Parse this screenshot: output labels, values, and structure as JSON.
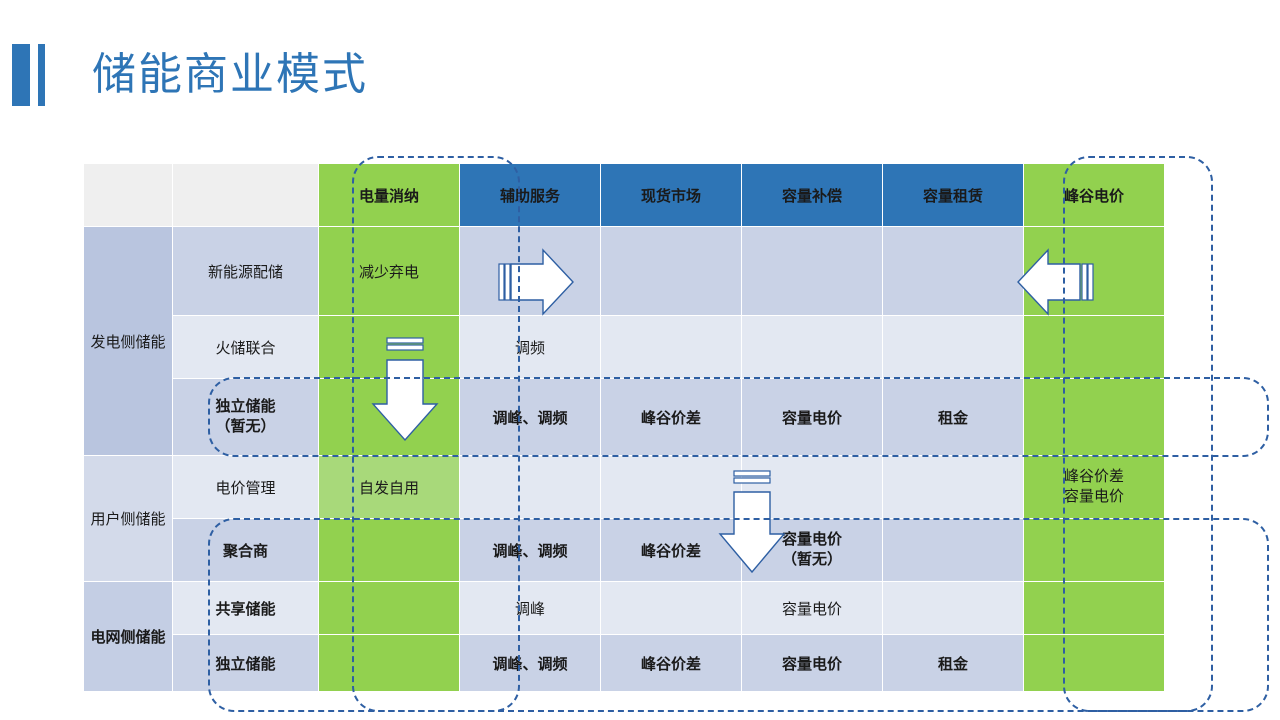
{
  "title": "储能商业模式",
  "colors": {
    "accent": "#2E75B6",
    "green": "#92D14F",
    "header_blue": "#2E75B6",
    "dashed_outline": "#2E5FA3"
  },
  "table": {
    "corner_blank": "",
    "columns": [
      {
        "label": "电量消纳",
        "style": "green"
      },
      {
        "label": "辅助服务",
        "style": "blue"
      },
      {
        "label": "现货市场",
        "style": "blue"
      },
      {
        "label": "容量补偿",
        "style": "blue"
      },
      {
        "label": "容量租赁",
        "style": "blue"
      },
      {
        "label": "峰谷电价",
        "style": "green"
      }
    ],
    "groups": [
      {
        "label": "发电侧储能",
        "rows": 3
      },
      {
        "label": "用户侧储能",
        "rows": 2
      },
      {
        "label": "电网侧储能",
        "rows": 2
      }
    ],
    "rows": [
      {
        "label": "新能源配储",
        "label_bold": false,
        "cells": [
          "减少弃电",
          "",
          "",
          "",
          "",
          ""
        ]
      },
      {
        "label": "火储联合",
        "label_bold": false,
        "cells": [
          "",
          "调频",
          "",
          "",
          "",
          ""
        ]
      },
      {
        "label": "独立储能\n（暂无）",
        "label_bold": true,
        "cells": [
          "",
          "调峰、调频",
          "峰谷价差",
          "容量电价",
          "租金",
          ""
        ]
      },
      {
        "label": "电价管理",
        "label_bold": false,
        "cells": [
          "自发自用",
          "",
          "",
          "",
          "",
          "峰谷价差\n容量电价"
        ]
      },
      {
        "label": "聚合商",
        "label_bold": true,
        "cells": [
          "",
          "调峰、调频",
          "峰谷价差",
          "容量电价\n（暂无）",
          "",
          ""
        ]
      },
      {
        "label": "共享储能",
        "label_bold": true,
        "cells": [
          "",
          "调峰",
          "",
          "容量电价",
          "",
          ""
        ]
      },
      {
        "label": "独立储能",
        "label_bold": true,
        "cells": [
          "",
          "调峰、调频",
          "峰谷价差",
          "容量电价",
          "租金",
          ""
        ]
      }
    ]
  },
  "annotations": {
    "arrows": [
      {
        "name": "arrow-right-new-energy",
        "direction": "right"
      },
      {
        "name": "arrow-left-peak-valley",
        "direction": "left"
      },
      {
        "name": "arrow-down-power-gen",
        "direction": "down"
      },
      {
        "name": "arrow-down-aggregator",
        "direction": "down"
      }
    ],
    "highlight_boxes": [
      {
        "name": "highlight-independent-storage-row"
      },
      {
        "name": "highlight-grid-side-rows"
      },
      {
        "name": "highlight-energy-consumption-column"
      },
      {
        "name": "highlight-peak-valley-column"
      }
    ]
  }
}
